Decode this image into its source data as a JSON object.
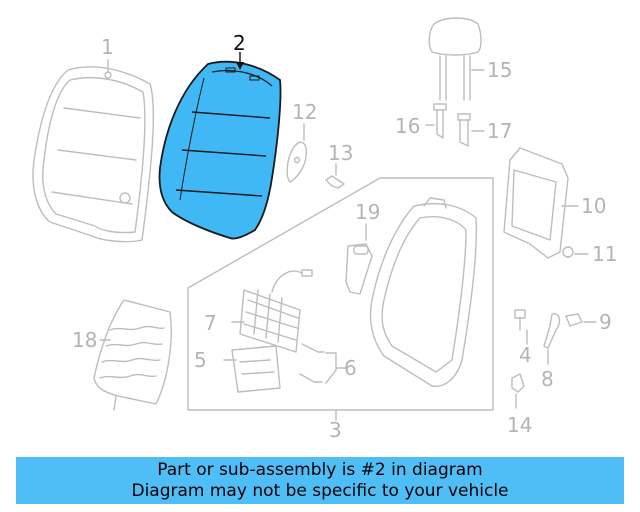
{
  "diagram": {
    "highlight_color": "#3fb8f5",
    "callouts": {
      "c1": "1",
      "c2": "2",
      "c3": "3",
      "c4": "4",
      "c5": "5",
      "c6": "6",
      "c7": "7",
      "c8": "8",
      "c9": "9",
      "c10": "10",
      "c11": "11",
      "c12": "12",
      "c13": "13",
      "c14": "14",
      "c15": "15",
      "c16": "16",
      "c17": "17",
      "c18": "18",
      "c19": "19"
    }
  },
  "banner": {
    "line1": "Part or sub-assembly is #2 in diagram",
    "line2": "Diagram may not be specific to your vehicle",
    "background": "#4fbef7"
  }
}
